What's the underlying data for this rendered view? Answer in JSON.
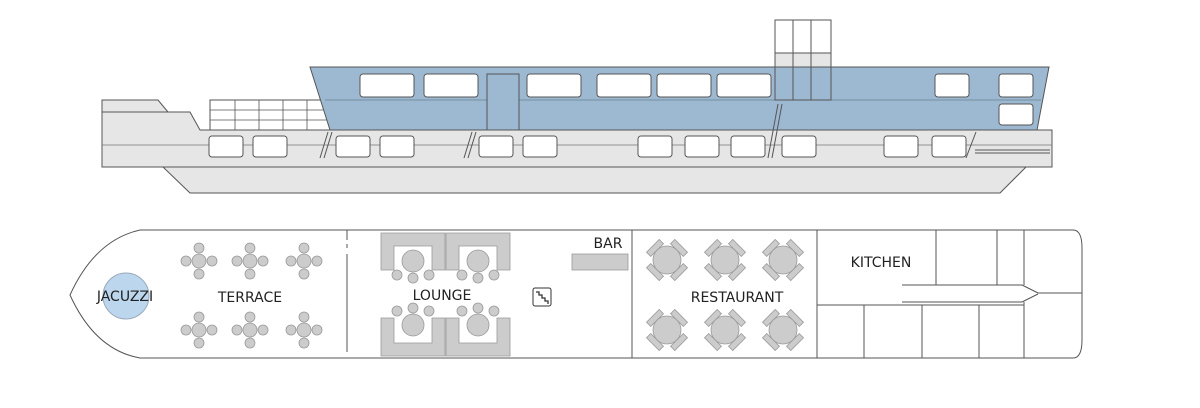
{
  "deck_plan": {
    "labels": {
      "jacuzzi": "JACUZZI",
      "terrace": "TERRACE",
      "lounge": "LOUNGE",
      "bar": "BAR",
      "restaurant": "RESTAURANT",
      "kitchen": "KITCHEN"
    },
    "icons": {
      "stairs": "stairs-icon"
    }
  },
  "colors": {
    "hull_gray": "#e6e6e6",
    "upper_deck_blue": "#9cb9d1",
    "outline": "#555555",
    "furniture": "#cccccc",
    "jacuzzi": "#bcd6ee"
  }
}
